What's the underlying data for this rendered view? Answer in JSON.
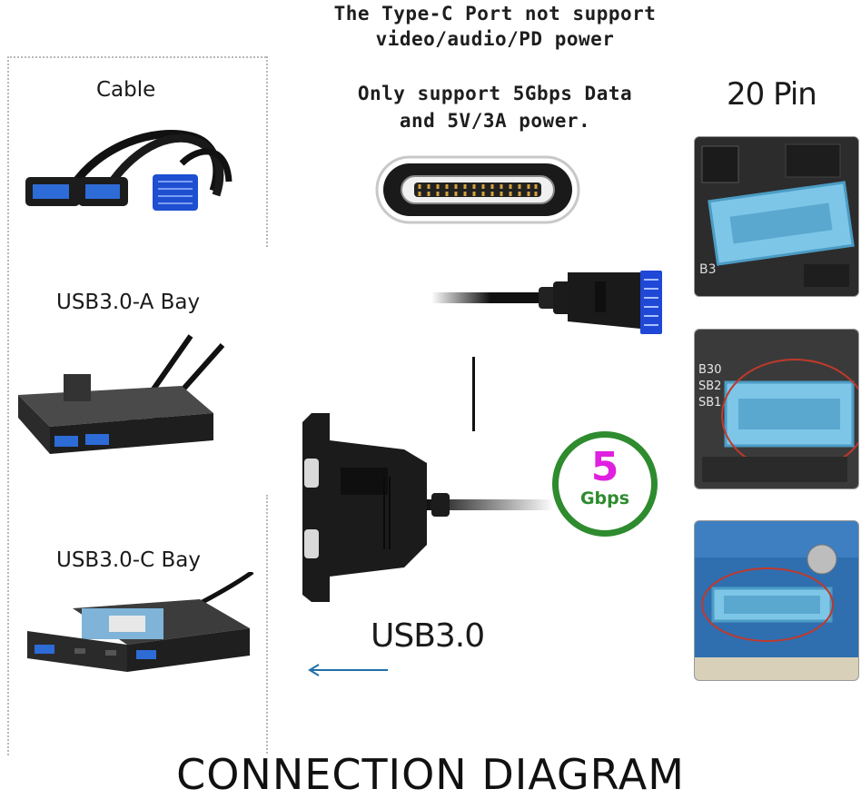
{
  "notes": {
    "line1": "The Type-C Port not support",
    "line2": "video/audio/PD power",
    "line3": "Only support 5Gbps Data",
    "line4": "and 5V/3A power."
  },
  "labels": {
    "pin": "20 Pin",
    "cable": "Cable",
    "bay_a": "USB3.0-A Bay",
    "bay_c": "USB3.0-C Bay",
    "usb": "USB3.0"
  },
  "badge": {
    "number": "5",
    "unit": "Gbps",
    "ring_color": "#2e8b2e",
    "number_color": "#e020e0"
  },
  "footer": {
    "title": "CONNECTION DIAGRAM"
  },
  "colors": {
    "header_blue": "#7ec6e8",
    "board_dark": "#3a3a3a",
    "arrow": "#1f6fa8"
  }
}
